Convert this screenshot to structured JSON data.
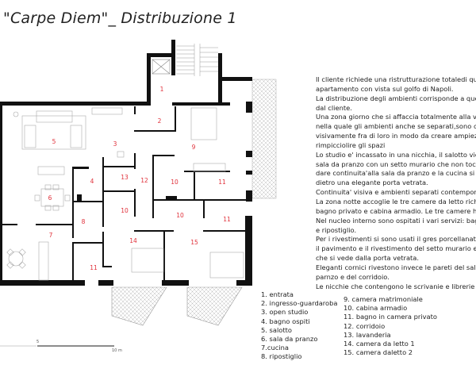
{
  "title": "\"Carpe Diem\"_ Distribuzione 1",
  "description_lines": [
    "Il cliente richiede una ristrutturazione totaledi questo",
    "apartamento con vista sul golfo di Napoli.",
    "La distribuzione degli ambienti corrisponde a quella richiesta",
    "dal cliente.",
    "Una zona giorno che si affaccia totalmente alla vista del golfo",
    "nella quale gli ambienti anche se separati,sono connessi",
    "visivamente fra di loro  in modo da creare ampiezza e non",
    "rimpicciolire gli spazi",
    "Lo studio e' incassato in una nicchia, il salotto viene separato dalla",
    "sala da pranzo con un setto murario che non tocca il soffitto per",
    "dare continuita'alla sala da pranzo e la cucina si intravvede",
    "dietro una elegante  porta vetrata.",
    "Continuita' visiva e ambienti separati contemporaneamente.",
    "La zona notte accoglie le tre camere da letto richieste con",
    "bagno privato e cabina armadio. Le tre camere hanno tutte",
    "Nel nucleo interno sono ospitati i vari servizi: bagno ospiti",
    "e ripostiglio.",
    "Per i rivestimenti si sono usati il gres porcellanato effetto",
    "il pavimento e il rivestimento del setto murario e la parete",
    "che si vede dalla porta vetrata.",
    "Eleganti cornici rivestono invece le pareti del salotto, della",
    "parnzo e del corridoio.",
    "Le nicchie che contengono le scrivanie e librerie sono in"
  ],
  "legend_col1": [
    "1. entrata",
    "2. ingresso-guardaroba",
    "3. open studio",
    "4. bagno ospiti",
    "5. salotto",
    "6.  sala da pranzo",
    "7.cucina",
    "8. ripostiglio"
  ],
  "legend_col2": [
    "9. camera matrimoniale",
    "10. cabina armadio",
    "11. bagno in camera  privato",
    "12. corridoio",
    "13. lavanderia",
    "14. camera da letto 1",
    "15. camera daletto 2"
  ],
  "room_numbers": [
    "1",
    "2",
    "3",
    "4",
    "5",
    "6",
    "7",
    "8",
    "9",
    "10",
    "11",
    "12",
    "13",
    "10",
    "10",
    "11",
    "14",
    "15",
    "11"
  ],
  "scale_bar": {
    "mid_label": "5",
    "end_label": "10 m"
  },
  "colors": {
    "wall": "#111111",
    "room_number": "#e0303a",
    "hatch": "#999999"
  }
}
